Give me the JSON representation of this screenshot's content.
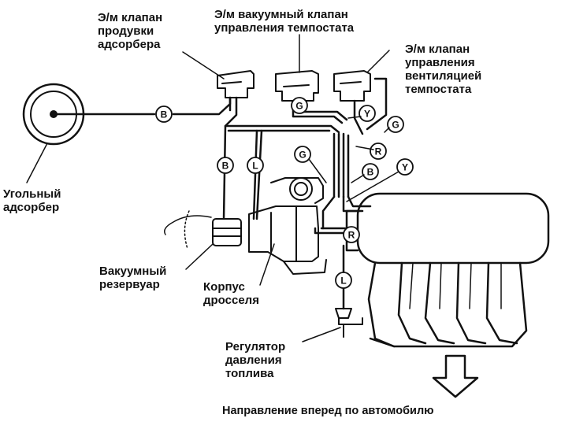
{
  "labels": {
    "purge_valve": "Э/м клапан\nпродувки\nадсорбера",
    "vacuum_valve": "Э/м вакуумный клапан\nуправления темпостата",
    "vent_valve": "Э/м клапан\nуправления\nвентиляцией\nтемпостата",
    "canister": "Угольный\nадсорбер",
    "vacuum_reservoir": "Вакуумный\nрезервуар",
    "throttle_body": "Корпус\nдросселя",
    "fuel_regulator": "Регулятор\nдавления\nтоплива",
    "direction": "Направление вперед по автомобилю"
  },
  "hose_tags": {
    "b1": "B",
    "g1": "G",
    "y1": "Y",
    "g2": "G",
    "r1": "R",
    "g3": "G",
    "b2": "B",
    "l1": "L",
    "b3": "B",
    "y2": "Y",
    "r2": "R",
    "l2": "L"
  },
  "colors": {
    "line": "#111111",
    "background": "#ffffff"
  }
}
